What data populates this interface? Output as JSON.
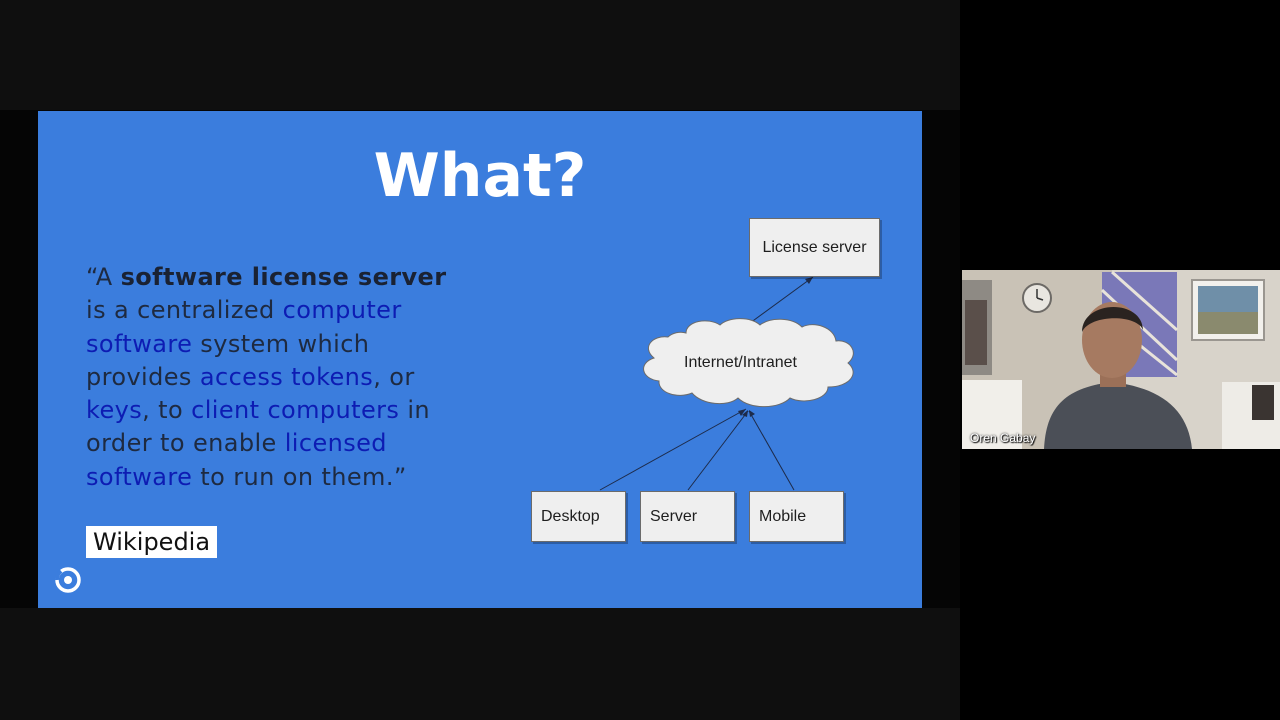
{
  "slide": {
    "title": "What?",
    "quote_parts": [
      {
        "text": "“A ",
        "style": "plain"
      },
      {
        "text": "software license server",
        "style": "kw"
      },
      {
        "text": " is a centralized ",
        "style": "plain"
      },
      {
        "text": "computer software",
        "style": "link"
      },
      {
        "text": " system which provides ",
        "style": "plain"
      },
      {
        "text": "access tokens",
        "style": "link"
      },
      {
        "text": ", or ",
        "style": "plain"
      },
      {
        "text": "keys",
        "style": "link"
      },
      {
        "text": ", to ",
        "style": "plain"
      },
      {
        "text": "client computers",
        "style": "link"
      },
      {
        "text": " in order to enable ",
        "style": "plain"
      },
      {
        "text": "licensed software",
        "style": "link"
      },
      {
        "text": " to run on them.”",
        "style": "plain"
      }
    ],
    "source": "Wikipedia",
    "diagram": {
      "license_server": "License server",
      "network": "Internet/Intranet",
      "clients": [
        "Desktop",
        "Server",
        "Mobile"
      ]
    }
  },
  "participant": {
    "name": "Oren Gabay"
  },
  "colors": {
    "slide_bg": "#3b7ddd",
    "link_text": "#0d1cb3",
    "title_text": "#ffffff"
  }
}
